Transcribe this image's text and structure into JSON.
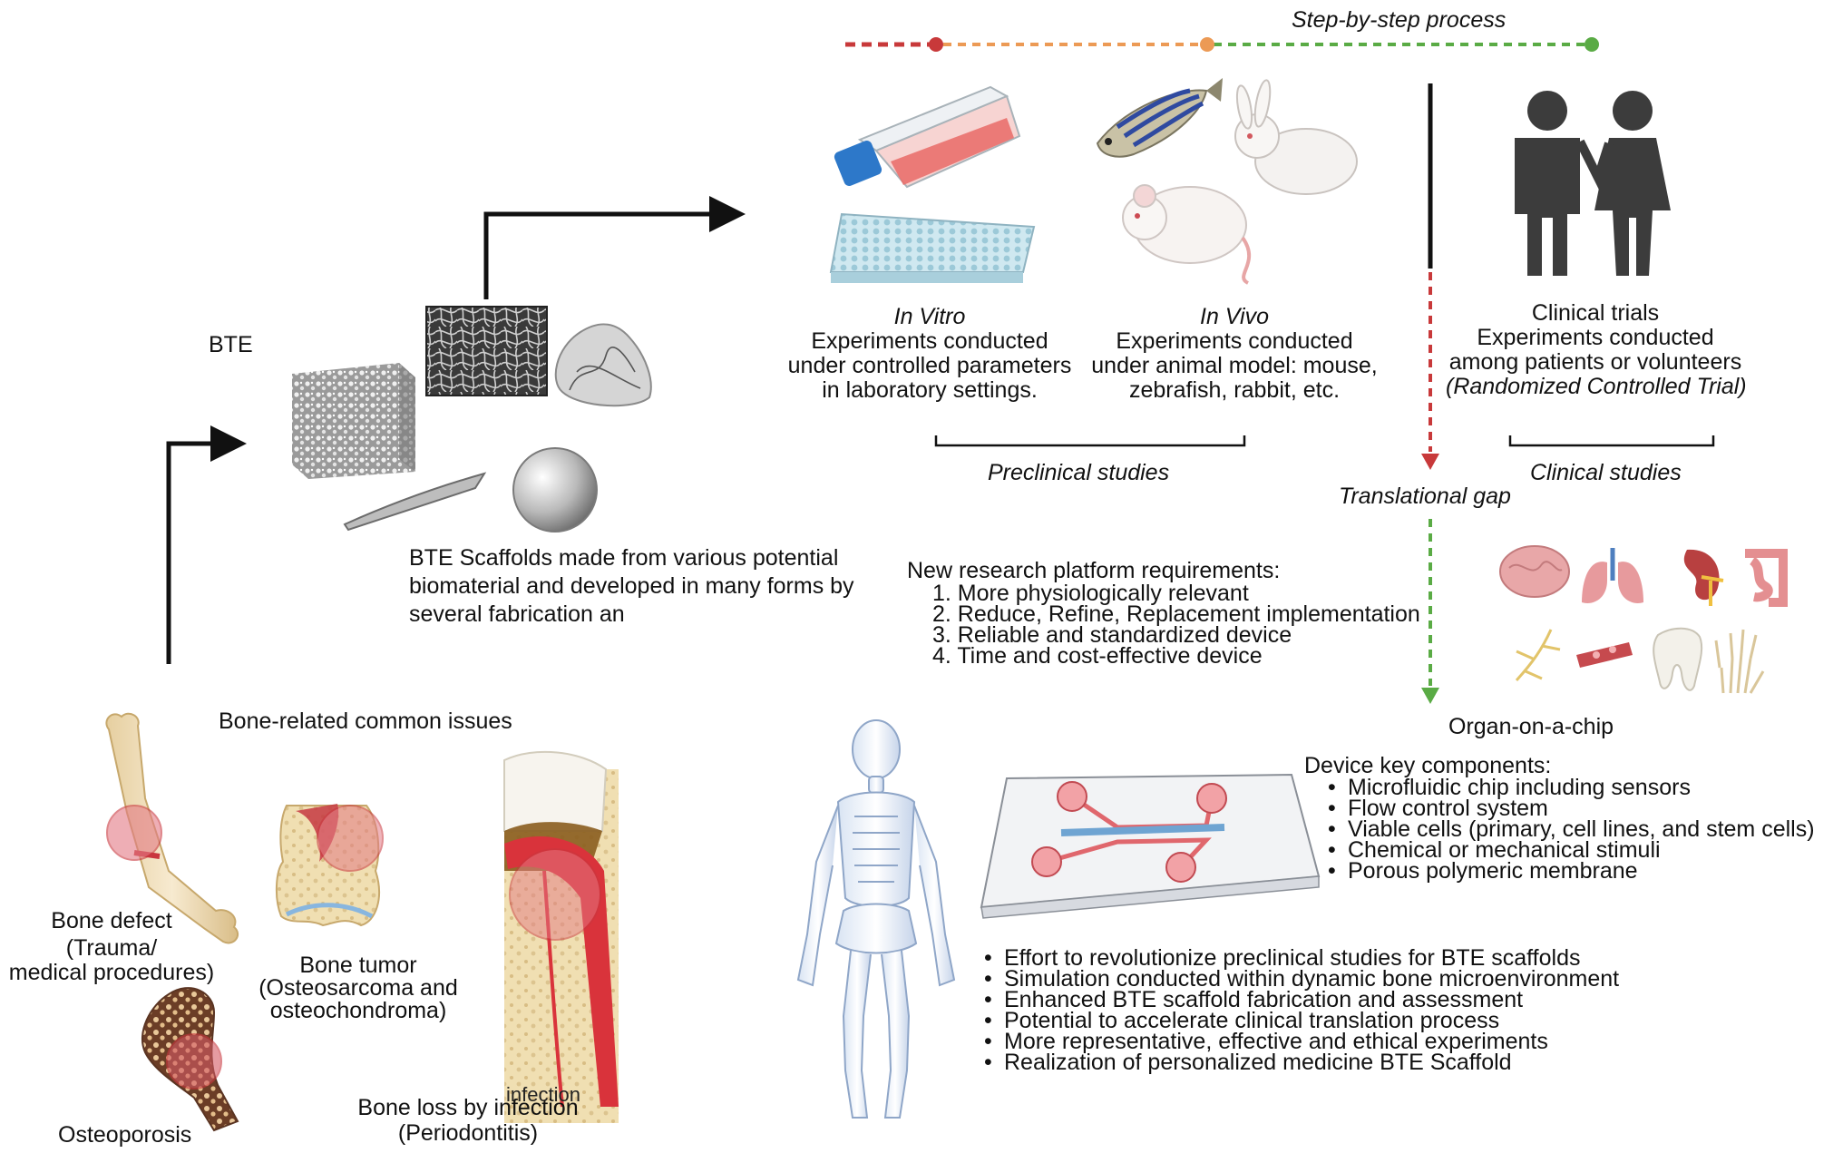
{
  "header": {
    "process_label": "Step-by-step process"
  },
  "bte": {
    "label": "BTE",
    "scaffolds_desc": [
      "BTE Scaffolds made from various potential",
      "biomaterial and developed in many forms by",
      "several fabrication an"
    ]
  },
  "stages": {
    "in_vitro": {
      "title": "In Vitro",
      "lines": [
        "Experiments conducted",
        "under controlled parameters",
        "in laboratory settings."
      ]
    },
    "in_vivo": {
      "title": "In Vivo",
      "lines": [
        "Experiments conducted",
        "under animal model: mouse,",
        "zebrafish, rabbit, etc."
      ]
    },
    "clinical": {
      "title": "Clinical trials",
      "lines": [
        "Experiments conducted",
        "among patients or volunteers"
      ],
      "note": "(Randomized Controlled Trial)"
    }
  },
  "brackets": {
    "preclinical": "Preclinical studies",
    "clinical": "Clinical studies"
  },
  "gap": {
    "label": "Translational gap"
  },
  "requirements": {
    "title": "New research platform requirements:",
    "items": [
      "1. More physiologically relevant",
      "2. Reduce, Refine, Replacement implementation",
      "3. Reliable and standardized device",
      "4. Time and cost-effective device"
    ]
  },
  "organ_chip": {
    "label": "Organ-on-a-chip",
    "components_title": "Device key components:",
    "components": [
      "Microfluidic chip including sensors",
      "Flow control system",
      "Viable cells (primary, cell lines, and stem cells)",
      "Chemical or mechanical stimuli",
      "Porous polymeric membrane"
    ],
    "benefits": [
      "Effort to revolutionize preclinical studies for BTE scaffolds",
      "Simulation conducted within dynamic bone microenvironment",
      "Enhanced BTE scaffold fabrication and assessment",
      "Potential to accelerate clinical translation process",
      "More representative, effective and ethical experiments",
      "Realization of personalized medicine BTE Scaffold"
    ]
  },
  "bone_issues": {
    "title": "Bone-related common issues",
    "defect": [
      "Bone defect",
      "(Trauma/",
      "medical procedures)"
    ],
    "tumor": [
      "Bone tumor",
      "(Osteosarcoma and",
      "osteochondroma)"
    ],
    "osteoporosis": "Osteoporosis",
    "infection": [
      "Bone loss by infection",
      "(Periodontitis)"
    ],
    "infection_overlap": "infection"
  },
  "colors": {
    "red": "#c8393a",
    "orange": "#ec9a55",
    "green": "#5aab45",
    "black": "#111111",
    "people": "#3c3c3c",
    "lesion": "#e37a84"
  }
}
